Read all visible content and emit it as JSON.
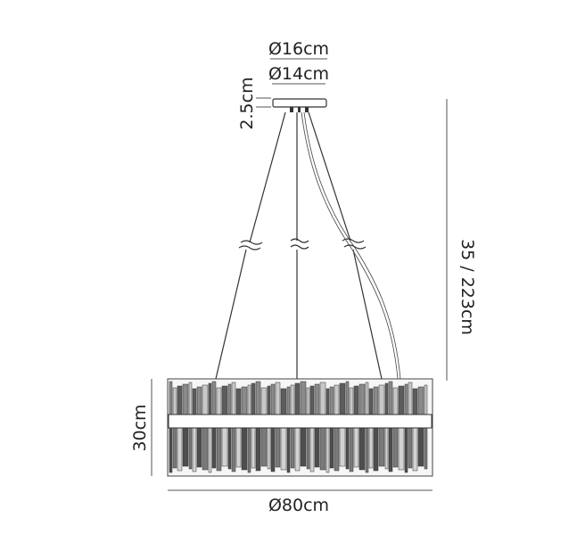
{
  "dimensions": {
    "canopy_outer_diameter": "Ø16cm",
    "canopy_inner_diameter": "Ø14cm",
    "canopy_height": "2.5cm",
    "drop_height": "35 / 223cm",
    "body_height": "30cm",
    "body_diameter": "Ø80cm"
  }
}
